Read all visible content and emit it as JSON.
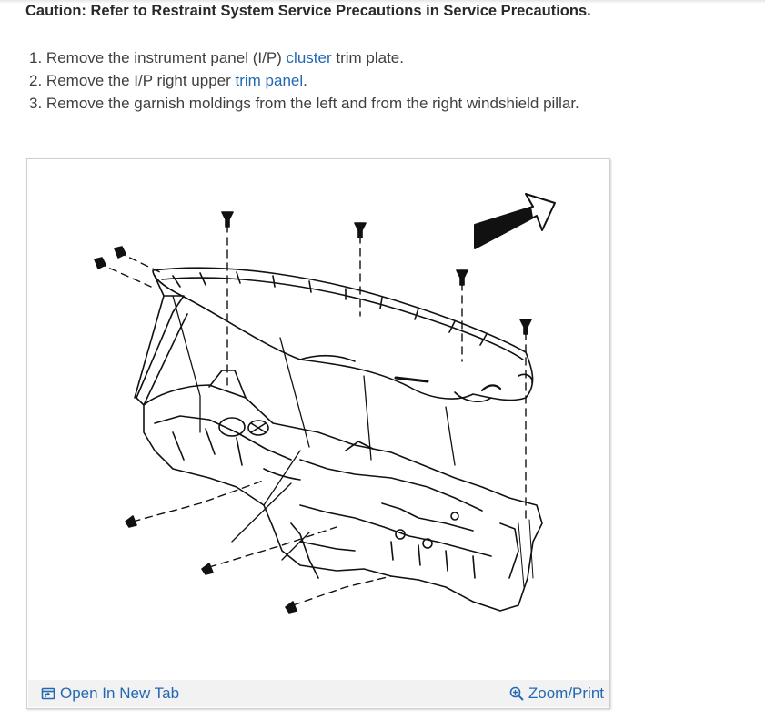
{
  "caution": "Caution: Refer to Restraint System Service Precautions in Service Precautions.",
  "steps": [
    {
      "num": "1.",
      "before": "Remove the instrument panel (I/P) ",
      "link": "cluster",
      "after": " trim plate."
    },
    {
      "num": "2.",
      "before": "Remove the I/P right upper ",
      "link": "trim panel",
      "after": "."
    },
    {
      "num": "3.",
      "before": "Remove the garnish moldings from the left and from the right windshield pillar.",
      "link": "",
      "after": ""
    }
  ],
  "figure": {
    "open_tab_label": "Open In New Tab",
    "zoom_label": "Zoom/Print",
    "open_tab_icon": "open-in-new-tab-icon",
    "zoom_icon": "zoom-in-icon"
  },
  "colors": {
    "link": "#2468b4",
    "text": "#404040",
    "heading": "#2a2a2a"
  }
}
